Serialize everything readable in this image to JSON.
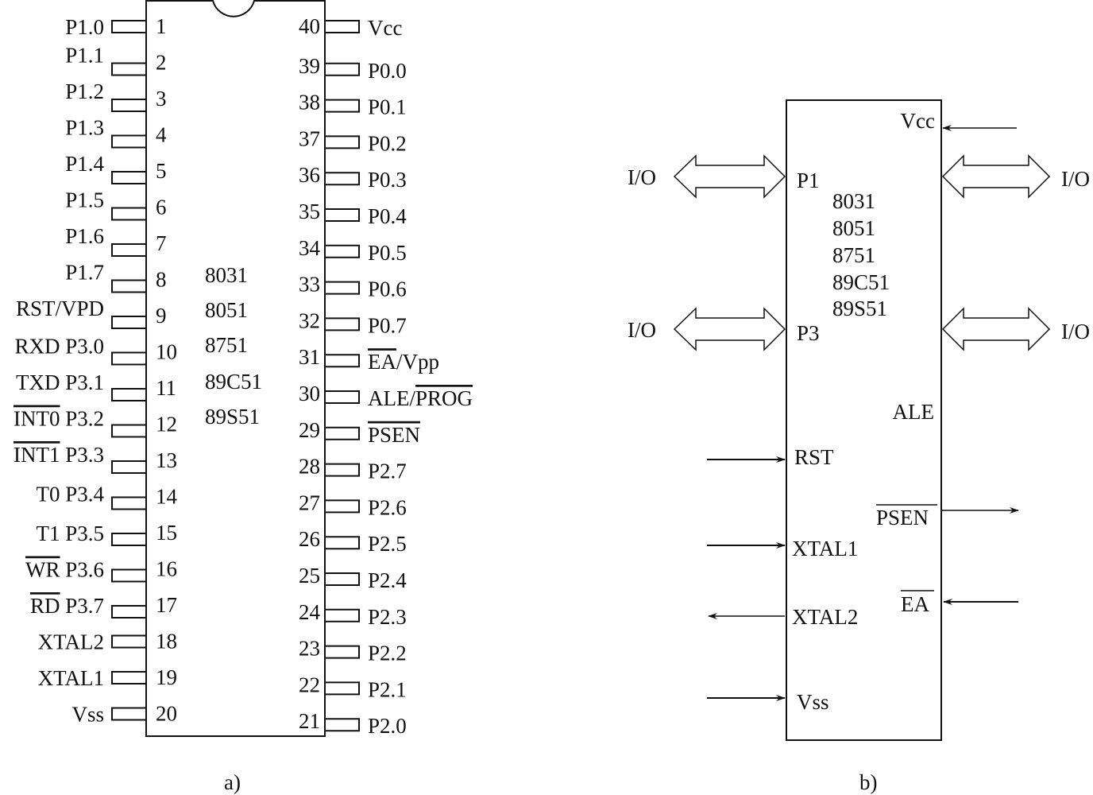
{
  "figure_a": {
    "caption": "a)",
    "chip_models": [
      "8031",
      "8051",
      "8751",
      "89C51",
      "89S51"
    ],
    "left_pins": [
      {
        "num": "1",
        "prefix": "",
        "prefix_overbar": false,
        "name": "P1.0"
      },
      {
        "num": "2",
        "prefix": "",
        "prefix_overbar": false,
        "name": "P1.1"
      },
      {
        "num": "3",
        "prefix": "",
        "prefix_overbar": false,
        "name": "P1.2"
      },
      {
        "num": "4",
        "prefix": "",
        "prefix_overbar": false,
        "name": "P1.3"
      },
      {
        "num": "5",
        "prefix": "",
        "prefix_overbar": false,
        "name": "P1.4"
      },
      {
        "num": "6",
        "prefix": "",
        "prefix_overbar": false,
        "name": "P1.5"
      },
      {
        "num": "7",
        "prefix": "",
        "prefix_overbar": false,
        "name": "P1.6"
      },
      {
        "num": "8",
        "prefix": "",
        "prefix_overbar": false,
        "name": "P1.7"
      },
      {
        "num": "9",
        "prefix": "",
        "prefix_overbar": false,
        "name": "RST/VPD"
      },
      {
        "num": "10",
        "prefix": "RXD",
        "prefix_overbar": false,
        "name": "P3.0"
      },
      {
        "num": "11",
        "prefix": "TXD",
        "prefix_overbar": false,
        "name": "P3.1"
      },
      {
        "num": "12",
        "prefix": "INT0",
        "prefix_overbar": true,
        "name": "P3.2"
      },
      {
        "num": "13",
        "prefix": "INT1",
        "prefix_overbar": true,
        "name": "P3.3"
      },
      {
        "num": "14",
        "prefix": "T0",
        "prefix_overbar": false,
        "name": "P3.4"
      },
      {
        "num": "15",
        "prefix": "T1",
        "prefix_overbar": false,
        "name": "P3.5"
      },
      {
        "num": "16",
        "prefix": "WR",
        "prefix_overbar": true,
        "name": "P3.6"
      },
      {
        "num": "17",
        "prefix": "RD",
        "prefix_overbar": true,
        "name": "P3.7"
      },
      {
        "num": "18",
        "prefix": "",
        "prefix_overbar": false,
        "name": "XTAL2"
      },
      {
        "num": "19",
        "prefix": "",
        "prefix_overbar": false,
        "name": "XTAL1"
      },
      {
        "num": "20",
        "prefix": "",
        "prefix_overbar": false,
        "name": "Vss"
      }
    ],
    "right_pins": [
      {
        "num": "40",
        "parts": [
          {
            "text": "Vcc",
            "overbar": false
          }
        ]
      },
      {
        "num": "39",
        "parts": [
          {
            "text": "P0.0",
            "overbar": false
          }
        ]
      },
      {
        "num": "38",
        "parts": [
          {
            "text": "P0.1",
            "overbar": false
          }
        ]
      },
      {
        "num": "37",
        "parts": [
          {
            "text": "P0.2",
            "overbar": false
          }
        ]
      },
      {
        "num": "36",
        "parts": [
          {
            "text": "P0.3",
            "overbar": false
          }
        ]
      },
      {
        "num": "35",
        "parts": [
          {
            "text": "P0.4",
            "overbar": false
          }
        ]
      },
      {
        "num": "34",
        "parts": [
          {
            "text": "P0.5",
            "overbar": false
          }
        ]
      },
      {
        "num": "33",
        "parts": [
          {
            "text": "P0.6",
            "overbar": false
          }
        ]
      },
      {
        "num": "32",
        "parts": [
          {
            "text": "P0.7",
            "overbar": false
          }
        ]
      },
      {
        "num": "31",
        "parts": [
          {
            "text": "EA",
            "overbar": true
          },
          {
            "text": "/Vpp",
            "overbar": false
          }
        ]
      },
      {
        "num": "30",
        "parts": [
          {
            "text": "ALE/",
            "overbar": false
          },
          {
            "text": "PROG",
            "overbar": true
          }
        ]
      },
      {
        "num": "29",
        "parts": [
          {
            "text": "PSEN",
            "overbar": true
          }
        ]
      },
      {
        "num": "28",
        "parts": [
          {
            "text": "P2.7",
            "overbar": false
          }
        ]
      },
      {
        "num": "27",
        "parts": [
          {
            "text": "P2.6",
            "overbar": false
          }
        ]
      },
      {
        "num": "26",
        "parts": [
          {
            "text": "P2.5",
            "overbar": false
          }
        ]
      },
      {
        "num": "25",
        "parts": [
          {
            "text": "P2.4",
            "overbar": false
          }
        ]
      },
      {
        "num": "24",
        "parts": [
          {
            "text": "P2.3",
            "overbar": false
          }
        ]
      },
      {
        "num": "23",
        "parts": [
          {
            "text": "P2.2",
            "overbar": false
          }
        ]
      },
      {
        "num": "22",
        "parts": [
          {
            "text": "P2.1",
            "overbar": false
          }
        ]
      },
      {
        "num": "21",
        "parts": [
          {
            "text": "P2.0",
            "overbar": false
          }
        ]
      }
    ]
  },
  "figure_b": {
    "caption": "b)",
    "chip_models": [
      "8031",
      "8051",
      "8751",
      "89C51",
      "89S51"
    ],
    "signals": {
      "vcc": {
        "label": "Vcc",
        "direction": "in",
        "overbar": false
      },
      "p1": {
        "label": "P1",
        "direction": "bidirectional",
        "overbar": false
      },
      "p3": {
        "label": "P3",
        "direction": "bidirectional",
        "overbar": false
      },
      "ale": {
        "label": "ALE",
        "direction": "none",
        "overbar": false
      },
      "rst": {
        "label": "RST",
        "direction": "in",
        "overbar": false
      },
      "psen": {
        "label": "PSEN",
        "direction": "out",
        "overbar": true
      },
      "xtal1": {
        "label": "XTAL1",
        "direction": "in",
        "overbar": false
      },
      "ea": {
        "label": "EA",
        "direction": "in",
        "overbar": true
      },
      "xtal2": {
        "label": "XTAL2",
        "direction": "out",
        "overbar": false
      },
      "vss": {
        "label": "Vss",
        "direction": "in",
        "overbar": false
      }
    },
    "io_labels": {
      "p1_left": "I/O",
      "p3_left": "I/O",
      "right_top": "I/O",
      "right_bottom": "I/O"
    }
  }
}
